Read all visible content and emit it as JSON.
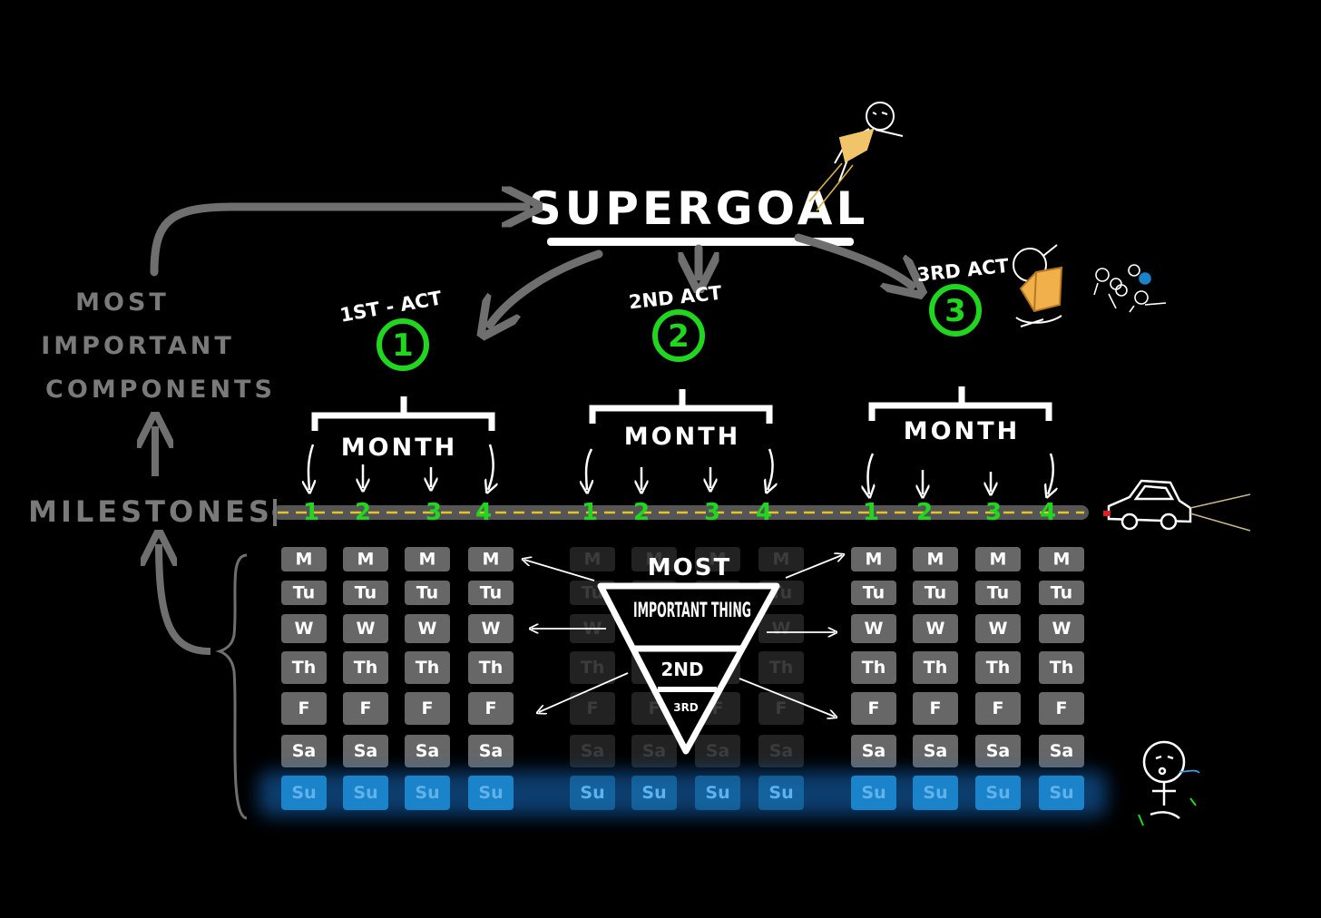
{
  "supergoal": {
    "label": "SUPERGOAL"
  },
  "sidebar": {
    "components_lines": [
      "MOST",
      "IMPORTANT",
      "COMPONENTS"
    ],
    "milestones_label": "MILESTONES"
  },
  "acts": [
    {
      "title": "1ST - ACT",
      "number": "1",
      "month_label": "MONTH",
      "milestones": [
        "1",
        "2",
        "3",
        "4"
      ],
      "dimmed": false
    },
    {
      "title": "2ND ACT",
      "number": "2",
      "month_label": "MONTH",
      "milestones": [
        "1",
        "2",
        "3",
        "4"
      ],
      "dimmed": true
    },
    {
      "title": "3RD ACT",
      "number": "3",
      "month_label": "MONTH",
      "milestones": [
        "1",
        "2",
        "3",
        "4"
      ],
      "dimmed": false
    }
  ],
  "week_days": [
    "M",
    "Tu",
    "W",
    "Th",
    "F",
    "Sa",
    "Su"
  ],
  "pyramid": {
    "header": "MOST",
    "levels": [
      "IMPORTANT THING",
      "2ND",
      "3RD"
    ]
  },
  "colors": {
    "background": "#000000",
    "accent_green": "#21d61f",
    "grey_text": "#7a7a7a",
    "cell_grey": "#676767",
    "sunday_blue": "#1b83c9",
    "road_dash": "#e6c229",
    "book_orange": "#f2b04a"
  },
  "icons": [
    "stick-figure-flying",
    "stick-figure-reading-book",
    "stick-figure-group",
    "car",
    "stick-figure-meditating"
  ]
}
